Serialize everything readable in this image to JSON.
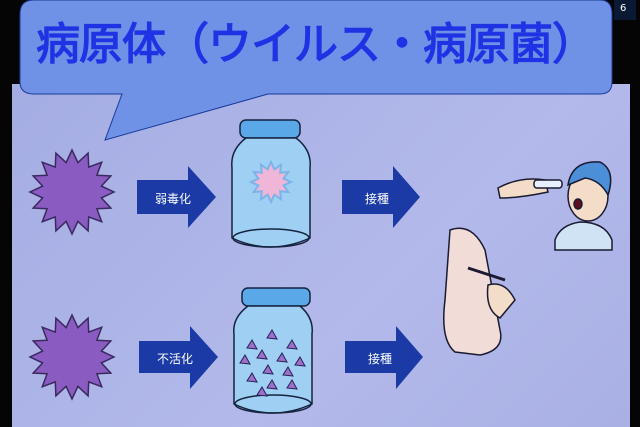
{
  "title": "病原体（ウイルス・病原菌）",
  "channel_badge": "6",
  "steps": {
    "top_process": "弱毒化",
    "bottom_process": "不活化",
    "top_inoculate": "接種",
    "bottom_inoculate": "接種"
  },
  "colors": {
    "title": "#2131e4",
    "bubble": "#6f8ee6",
    "arrow": "#1b3aa6",
    "virus": "#8a5bc0",
    "jar": "#8ec4f0"
  }
}
